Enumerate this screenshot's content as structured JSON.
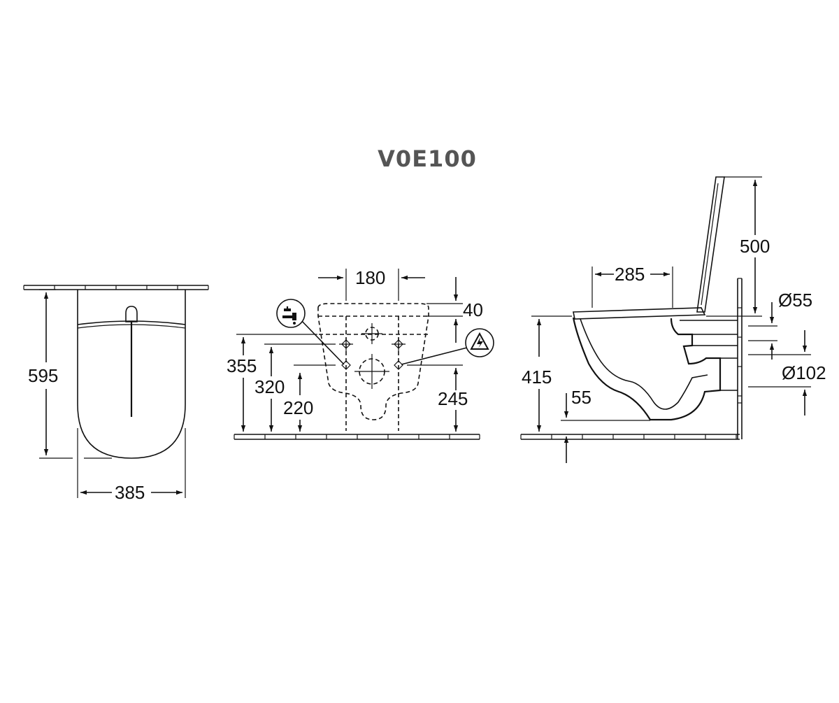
{
  "title": "V0E100",
  "title_color": "#555555",
  "line_color": "#111111",
  "dimensions": {
    "top_width": "385",
    "top_depth": "595",
    "front_bolt_spacing": "180",
    "front_top_offset": "40",
    "front_h1": "355",
    "front_h2": "320",
    "front_h3": "220",
    "front_h4": "245",
    "side_length": "285",
    "side_lid_height": "500",
    "side_rim_height": "415",
    "side_outlet_height": "55",
    "side_inlet_diameter": "Ø55",
    "side_outlet_diameter": "Ø102"
  },
  "icons": {
    "water": "water-tap-icon",
    "electric": "electrical-warning-icon"
  }
}
